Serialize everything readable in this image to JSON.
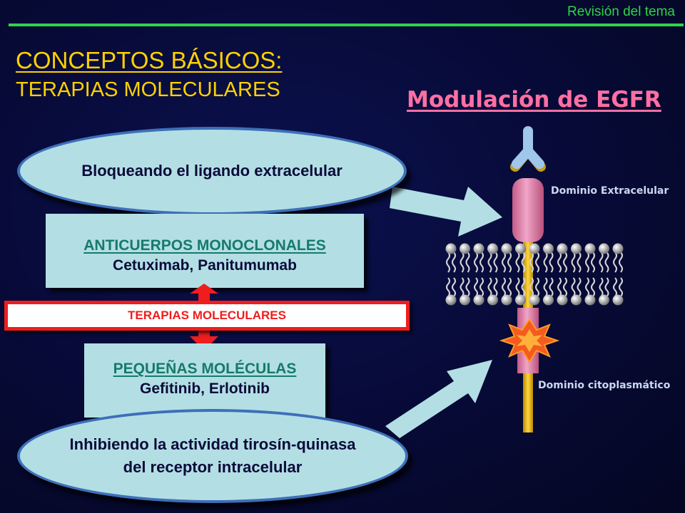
{
  "header": {
    "section_label": "Revisión del tema"
  },
  "titles": {
    "main": "CONCEPTOS BÁSICOS:",
    "sub": "TERAPIAS MOLECULARES",
    "egfr": "Modulación de EGFR"
  },
  "strategies": {
    "extracellular": "Bloqueando el ligando extracelular",
    "intracellular_line1": "Inhibiendo la actividad tirosín-quinasa",
    "intracellular_line2": "del receptor intracelular"
  },
  "therapies": {
    "antibodies_heading": "ANTICUERPOS MONOCLONALES",
    "antibodies_drugs": "Cetuximab, Panitumumab",
    "banner": "TERAPIAS MOLECULARES",
    "small_heading": "PEQUEÑAS MOLÉCULAS",
    "small_drugs": "Gefitinib, Erlotinib"
  },
  "receptor_labels": {
    "extracellular": "Dominio Extracelular",
    "cytoplasmic": "Dominio citoplasmático"
  },
  "colors": {
    "title_yellow": "#ffd200",
    "header_green": "#2fd34a",
    "egfr_pink": "#ff6fa3",
    "banner_red": "#ef1d1d",
    "panel_teal": "#b3dfe4"
  }
}
